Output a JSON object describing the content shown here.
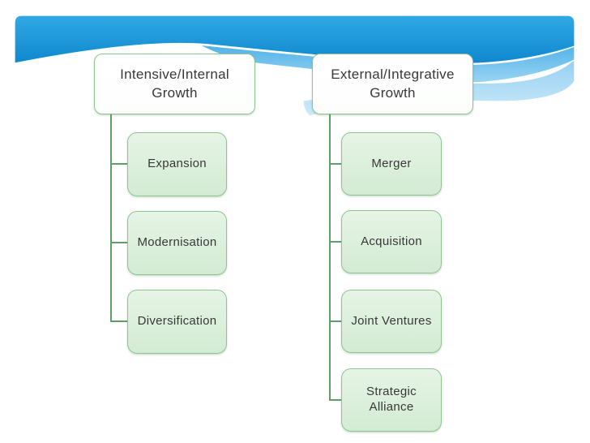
{
  "header": {
    "style": "wave-banner",
    "colors": {
      "blue_top": "#30a9e5",
      "blue_bottom": "#0f87ce",
      "wave_mid_top": "#4fb2e7",
      "wave_mid_bottom": "#9bd4f3",
      "wave_light_top": "#93cff1",
      "wave_light_bottom": "#cdeafa",
      "wave_line": "#ffffff"
    }
  },
  "diagram": {
    "colors": {
      "box_border": "#8ec58e",
      "root_fill": "#ffffff",
      "child_fill_top": "#e6f4e6",
      "child_fill_bottom": "#d3ebd3",
      "connector": "#5f9e68",
      "text": "#383838"
    },
    "trees": [
      {
        "root": {
          "line1": "Intensive/Internal",
          "line2": "Growth"
        },
        "children": [
          {
            "label": "Expansion"
          },
          {
            "label": "Modernisation"
          },
          {
            "label": "Diversification"
          }
        ]
      },
      {
        "root": {
          "line1": "External/Integrative",
          "line2": "Growth"
        },
        "children": [
          {
            "label": "Merger"
          },
          {
            "label": "Acquisition"
          },
          {
            "label": "Joint Ventures"
          },
          {
            "label": "Strategic Alliance"
          }
        ]
      }
    ]
  }
}
